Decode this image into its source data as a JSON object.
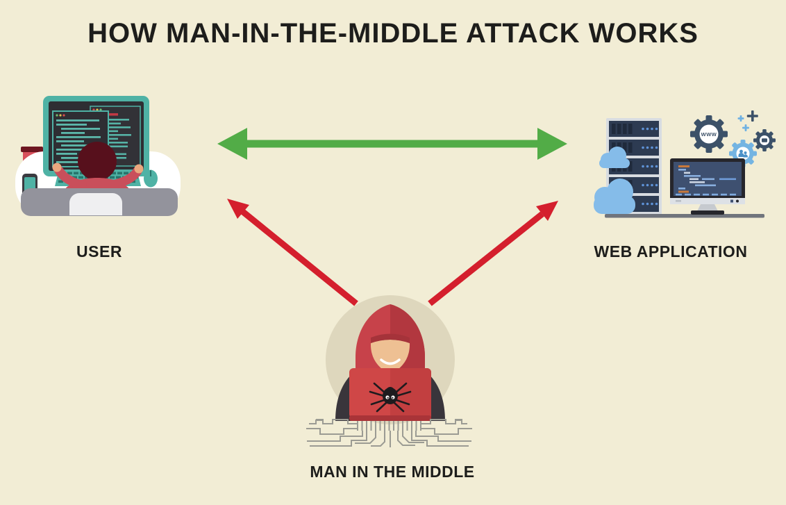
{
  "title": "HOW MAN-IN-THE-MIDDLE ATTACK WORKS",
  "nodes": {
    "user": {
      "label": "USER",
      "icon": "user-at-computer-illustration"
    },
    "web_application": {
      "label": "WEB APPLICATION",
      "icon": "server-stack-illustration",
      "gear_text": "WWW"
    },
    "man_in_the_middle": {
      "label": "MAN IN THE MIDDLE",
      "icon": "hooded-hacker-illustration"
    }
  },
  "arrows": {
    "user_webapp": {
      "type": "double-headed",
      "color_name": "green",
      "meaning": "normal traffic between user and web application"
    },
    "mitm_user": {
      "type": "single-headed",
      "color_name": "red",
      "meaning": "attacker intercepts user side"
    },
    "mitm_webapp": {
      "type": "single-headed",
      "color_name": "red",
      "meaning": "attacker intercepts application side"
    }
  },
  "colors": {
    "background": "#f2edd5",
    "title_text": "#1d1d1b",
    "label_text": "#1d1d1b",
    "arrow_green": "#52ac47",
    "arrow_red": "#d41f2d",
    "teal": "#4fb2a5",
    "dark_screen": "#2e2e33",
    "navy": "#2d3b52",
    "cloud_blue": "#85bce9",
    "hacker_red": "#c7424a",
    "hoodie_dark": "#39353b",
    "circle_beige": "#ded7bd"
  }
}
